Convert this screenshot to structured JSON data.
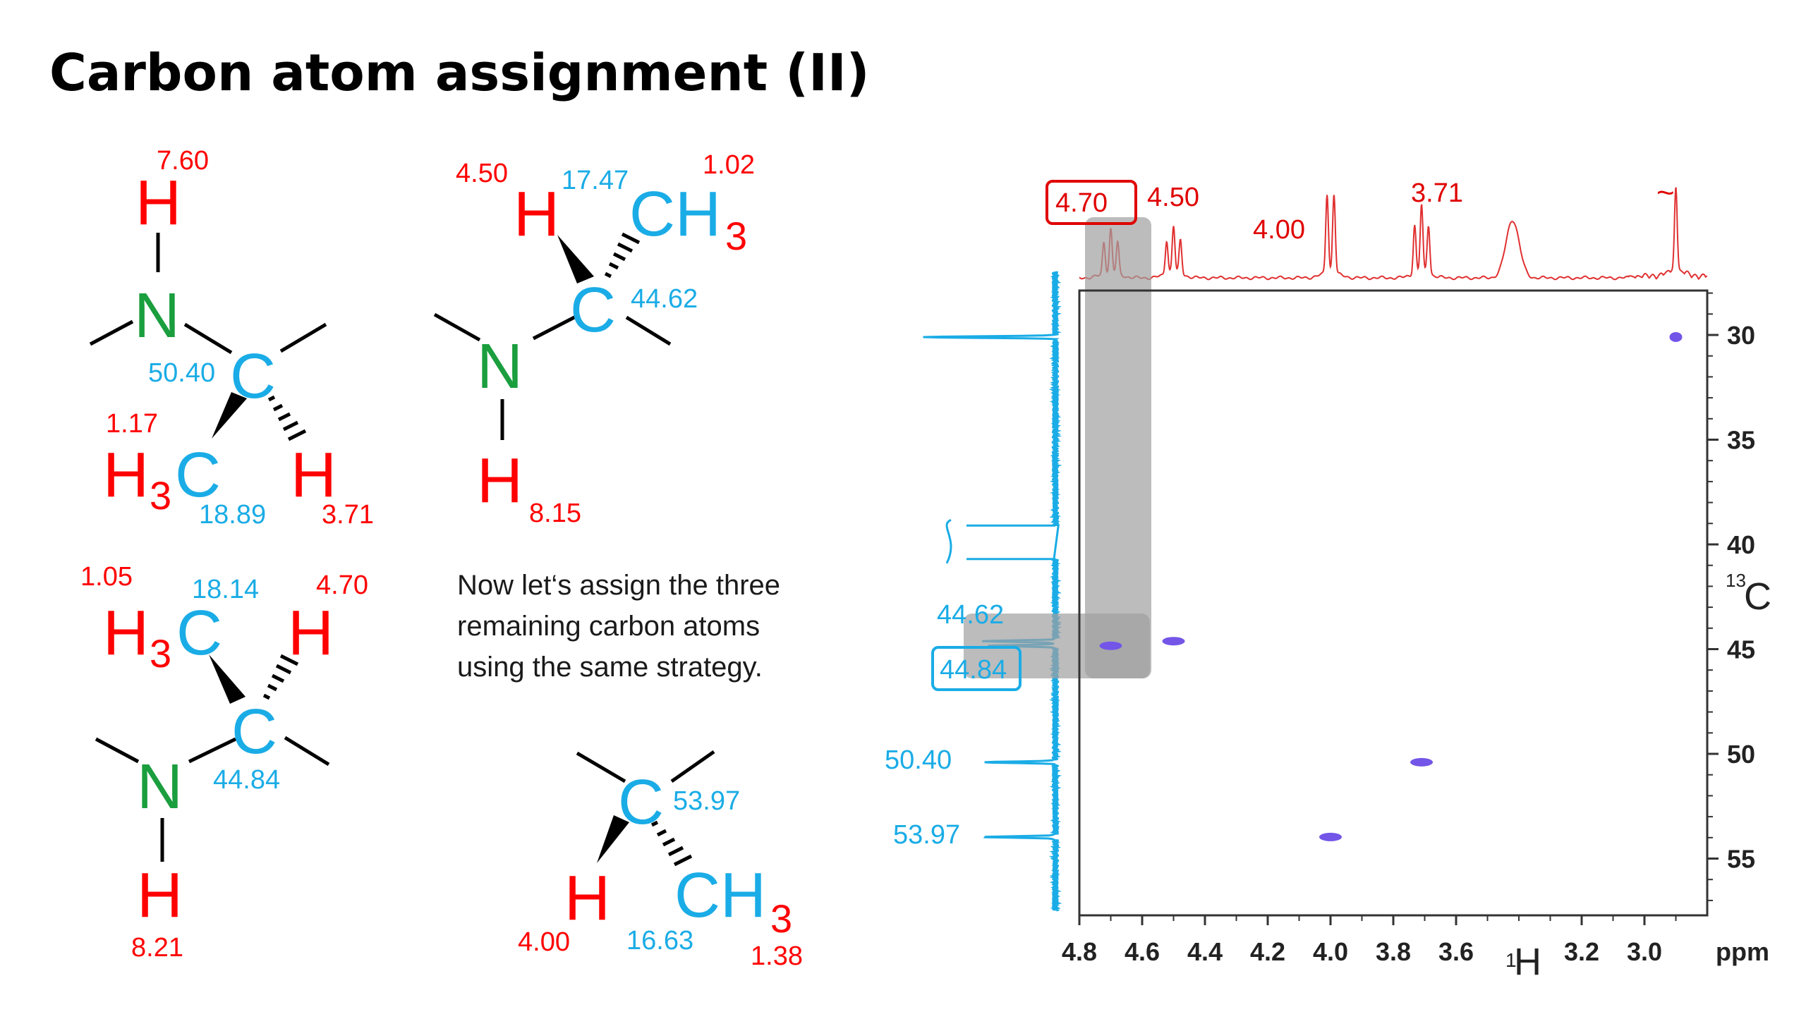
{
  "slide": {
    "title": "Carbon atom assignment (II)",
    "instruction": [
      "Now let‘s assign the three",
      "remaining carbon atoms",
      "using the same strategy."
    ]
  },
  "colors": {
    "hydrogen": "#ff0000",
    "carbon": "#1aace6",
    "nitrogen": "#1a9e3e",
    "spectrum_red": "#e03030",
    "contour": "#7355e8",
    "highlight": "#a0a0a0"
  },
  "molecules": {
    "m1": {
      "h_top": "7.60",
      "c_shift": "50.40",
      "h_methyl": "1.17",
      "c_methyl": "18.89",
      "h_ch": "3.71"
    },
    "m2": {
      "h_ch": "4.50",
      "c_methyl": "17.47",
      "h_methyl": "1.02",
      "c_shift": "44.62",
      "h_nh": "8.15"
    },
    "m3": {
      "h_methyl": "1.05",
      "c_methyl": "18.14",
      "h_ch": "4.70",
      "c_shift": "44.84",
      "h_nh": "8.21"
    },
    "m4": {
      "c_shift": "53.97",
      "h_ch": "4.00",
      "c_methyl": "16.63",
      "h_methyl": "1.38"
    }
  },
  "atoms": {
    "H": "H",
    "N": "N",
    "C": "C",
    "H3C_H": "H",
    "H3C_sub": "3",
    "H3C_C": "C",
    "CH3_CH": "CH",
    "CH3_sub": "3"
  },
  "spectrum": {
    "proton_peak_labels": [
      "4.70",
      "4.50",
      "4.00",
      "3.71",
      "~"
    ],
    "carbon_labels": [
      "44.62",
      "44.84",
      "50.40",
      "53.97"
    ],
    "x_ticks": [
      "4.8",
      "4.6",
      "4.4",
      "4.2",
      "4.0",
      "3.8",
      "3.6",
      "3.2",
      "3.0"
    ],
    "x_axis_H": "H",
    "x_axis_sup": "1",
    "x_unit": "ppm",
    "y_ticks": [
      "30",
      "35",
      "40",
      "45",
      "50",
      "55"
    ],
    "y_axis_C": "C",
    "y_axis_sup": "13",
    "cross_peaks": [
      {
        "h": 4.7,
        "c": 44.84
      },
      {
        "h": 4.5,
        "c": 44.62
      },
      {
        "h": 3.71,
        "c": 50.4
      },
      {
        "h": 4.0,
        "c": 53.97
      },
      {
        "h": 2.9,
        "c": 30.1
      }
    ]
  }
}
